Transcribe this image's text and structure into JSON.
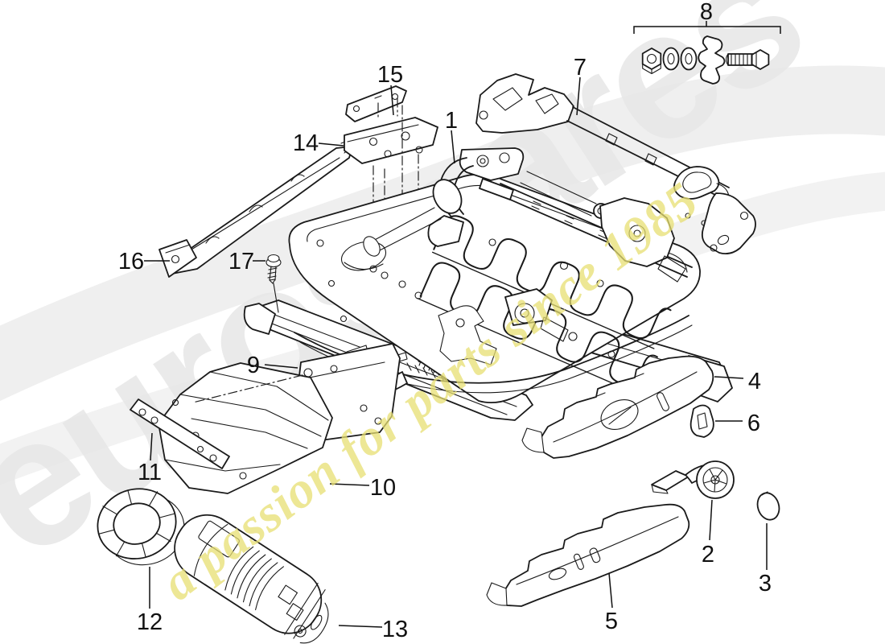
{
  "watermark": {
    "brand": "eurospares",
    "tagline": "a passion for parts since 1985",
    "brand_color": "#e7e7e7",
    "tagline_color": "#e7df72"
  },
  "callouts": {
    "c1": {
      "label": "1"
    },
    "c2": {
      "label": "2"
    },
    "c3": {
      "label": "3"
    },
    "c4": {
      "label": "4"
    },
    "c5": {
      "label": "5"
    },
    "c6": {
      "label": "6"
    },
    "c7": {
      "label": "7"
    },
    "c8": {
      "label": "8"
    },
    "c9": {
      "label": "9"
    },
    "c10": {
      "label": "10"
    },
    "c11": {
      "label": "11"
    },
    "c12": {
      "label": "12"
    },
    "c13": {
      "label": "13"
    },
    "c14": {
      "label": "14"
    },
    "c15": {
      "label": "15"
    },
    "c16": {
      "label": "16"
    },
    "c17": {
      "label": "17"
    }
  }
}
